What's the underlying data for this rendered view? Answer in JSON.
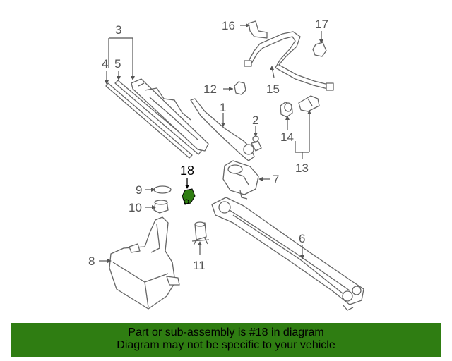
{
  "diagram": {
    "highlight_color": "#2f7d12",
    "callouts": {
      "c1": "1",
      "c2": "2",
      "c3": "3",
      "c4": "4",
      "c5": "5",
      "c6": "6",
      "c7": "7",
      "c8": "8",
      "c9": "9",
      "c10": "10",
      "c11": "11",
      "c12": "12",
      "c13": "13",
      "c14": "14",
      "c15": "15",
      "c16": "16",
      "c17": "17",
      "c18": "18"
    }
  },
  "banner": {
    "line1": "Part or sub-assembly is #18 in diagram",
    "line2": "Diagram may not be specific to your vehicle",
    "background": "#2f7d12"
  }
}
